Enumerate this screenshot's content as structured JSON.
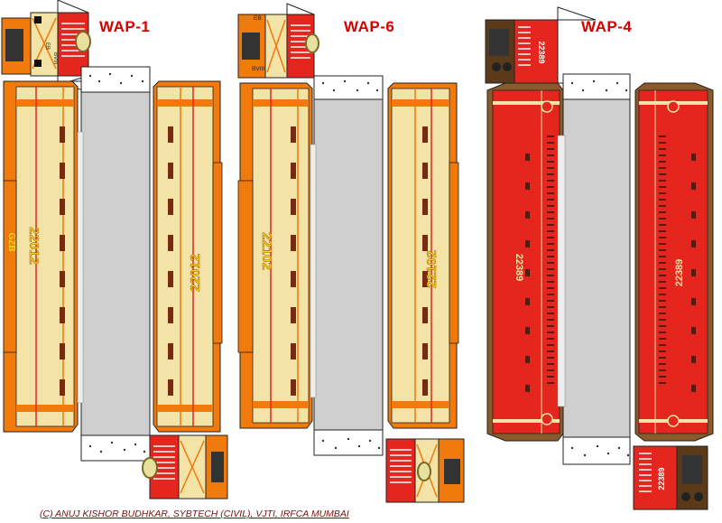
{
  "models": [
    {
      "title": "WAP-1",
      "livery": "orange",
      "body_numbers": [
        "22012",
        "22012"
      ],
      "shed_code": "GZB",
      "cab_labels": [
        "EB",
        "BVIII"
      ]
    },
    {
      "title": "WAP-6",
      "livery": "orange",
      "body_numbers": [
        "22102",
        "22102"
      ],
      "cab_labels": [
        "EB",
        "BVIII"
      ]
    },
    {
      "title": "WAP-4",
      "livery": "red",
      "body_numbers": [
        "22389",
        "22389"
      ],
      "cab_numbers": [
        "22389",
        "22389"
      ]
    }
  ],
  "colors": {
    "orange_body": "#f07a0c",
    "cream_stripe": "#f3e3a6",
    "red_body": "#e5261f",
    "brown_roof": "#8a5a2a",
    "roof_grey": "#cfcfcf",
    "number_yellow": "#ffd21a"
  },
  "credit": "(C) ANUJ KISHOR BUDHKAR, SYBTECH (CIVIL), VJTI, IRFCA MUMBAI"
}
